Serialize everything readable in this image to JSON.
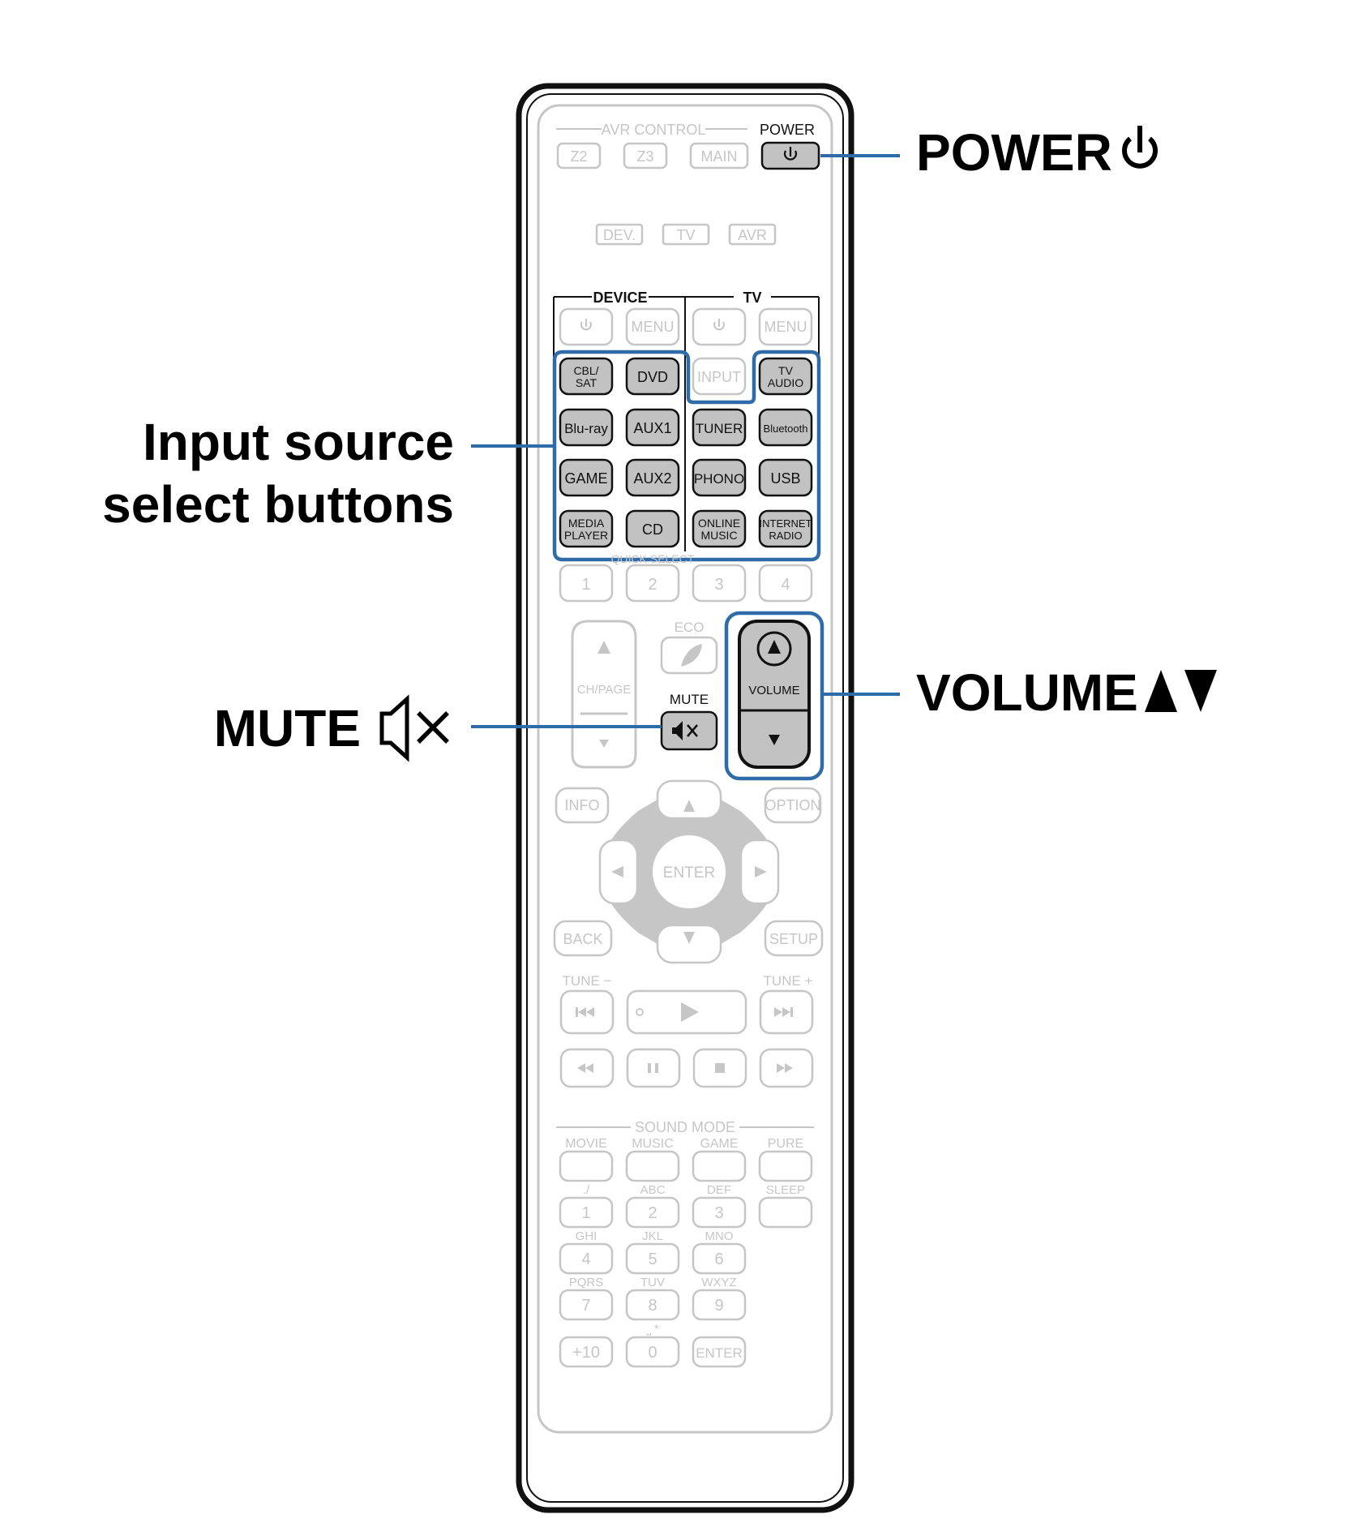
{
  "callouts": {
    "power": "POWER",
    "input_line1": "Input source",
    "input_line2": "select buttons",
    "volume": "VOLUME",
    "mute": "MUTE"
  },
  "remote": {
    "avr_control_label": "AVR CONTROL",
    "power_label": "POWER",
    "zone_buttons": [
      "Z2",
      "Z3",
      "MAIN"
    ],
    "mode_buttons": [
      "DEV.",
      "TV",
      "AVR"
    ],
    "device_group_label": "DEVICE",
    "tv_group_label": "TV",
    "menu_label": "MENU",
    "input_label": "INPUT",
    "source_buttons": {
      "cbl_sat": [
        "CBL/",
        "SAT"
      ],
      "dvd": "DVD",
      "tv_audio": [
        "TV",
        "AUDIO"
      ],
      "bluray": "Blu-ray",
      "aux1": "AUX1",
      "tuner": "TUNER",
      "bluetooth": "Bluetooth",
      "game": "GAME",
      "aux2": "AUX2",
      "phono": "PHONO",
      "usb": "USB",
      "media_player": [
        "MEDIA",
        "PLAYER"
      ],
      "cd": "CD",
      "online_music": [
        "ONLINE",
        "MUSIC"
      ],
      "internet_radio": [
        "INTERNET",
        "RADIO"
      ]
    },
    "quick_select_label": "QUICK SELECT",
    "quick_select_buttons": [
      "1",
      "2",
      "3",
      "4"
    ],
    "eco_label": "ECO",
    "ch_page_label": "CH/PAGE",
    "mute_label": "MUTE",
    "volume_label": "VOLUME",
    "info_label": "INFO",
    "option_label": "OPTION",
    "enter_label": "ENTER",
    "back_label": "BACK",
    "setup_label": "SETUP",
    "tune_minus_label": "TUNE −",
    "tune_plus_label": "TUNE +",
    "sound_mode_label": "SOUND MODE",
    "sound_mode_buttons": [
      "MOVIE",
      "MUSIC",
      "GAME",
      "PURE"
    ],
    "sleep_label": "SLEEP",
    "numpad": [
      {
        "top": "./",
        "key": "1"
      },
      {
        "top": "ABC",
        "key": "2"
      },
      {
        "top": "DEF",
        "key": "3"
      },
      {
        "top": "GHI",
        "key": "4"
      },
      {
        "top": "JKL",
        "key": "5"
      },
      {
        "top": "MNO",
        "key": "6"
      },
      {
        "top": "PQRS",
        "key": "7"
      },
      {
        "top": "TUV",
        "key": "8"
      },
      {
        "top": "WXYZ",
        "key": "9"
      }
    ],
    "plus10_label": "+10",
    "zero_label": "0",
    "zero_top": "⎵ *",
    "numpad_enter_label": "ENTER"
  },
  "colors": {
    "highlight": "#2e6ba8",
    "active_button": "#c2c2c2",
    "faded": "#c6c6c6"
  }
}
